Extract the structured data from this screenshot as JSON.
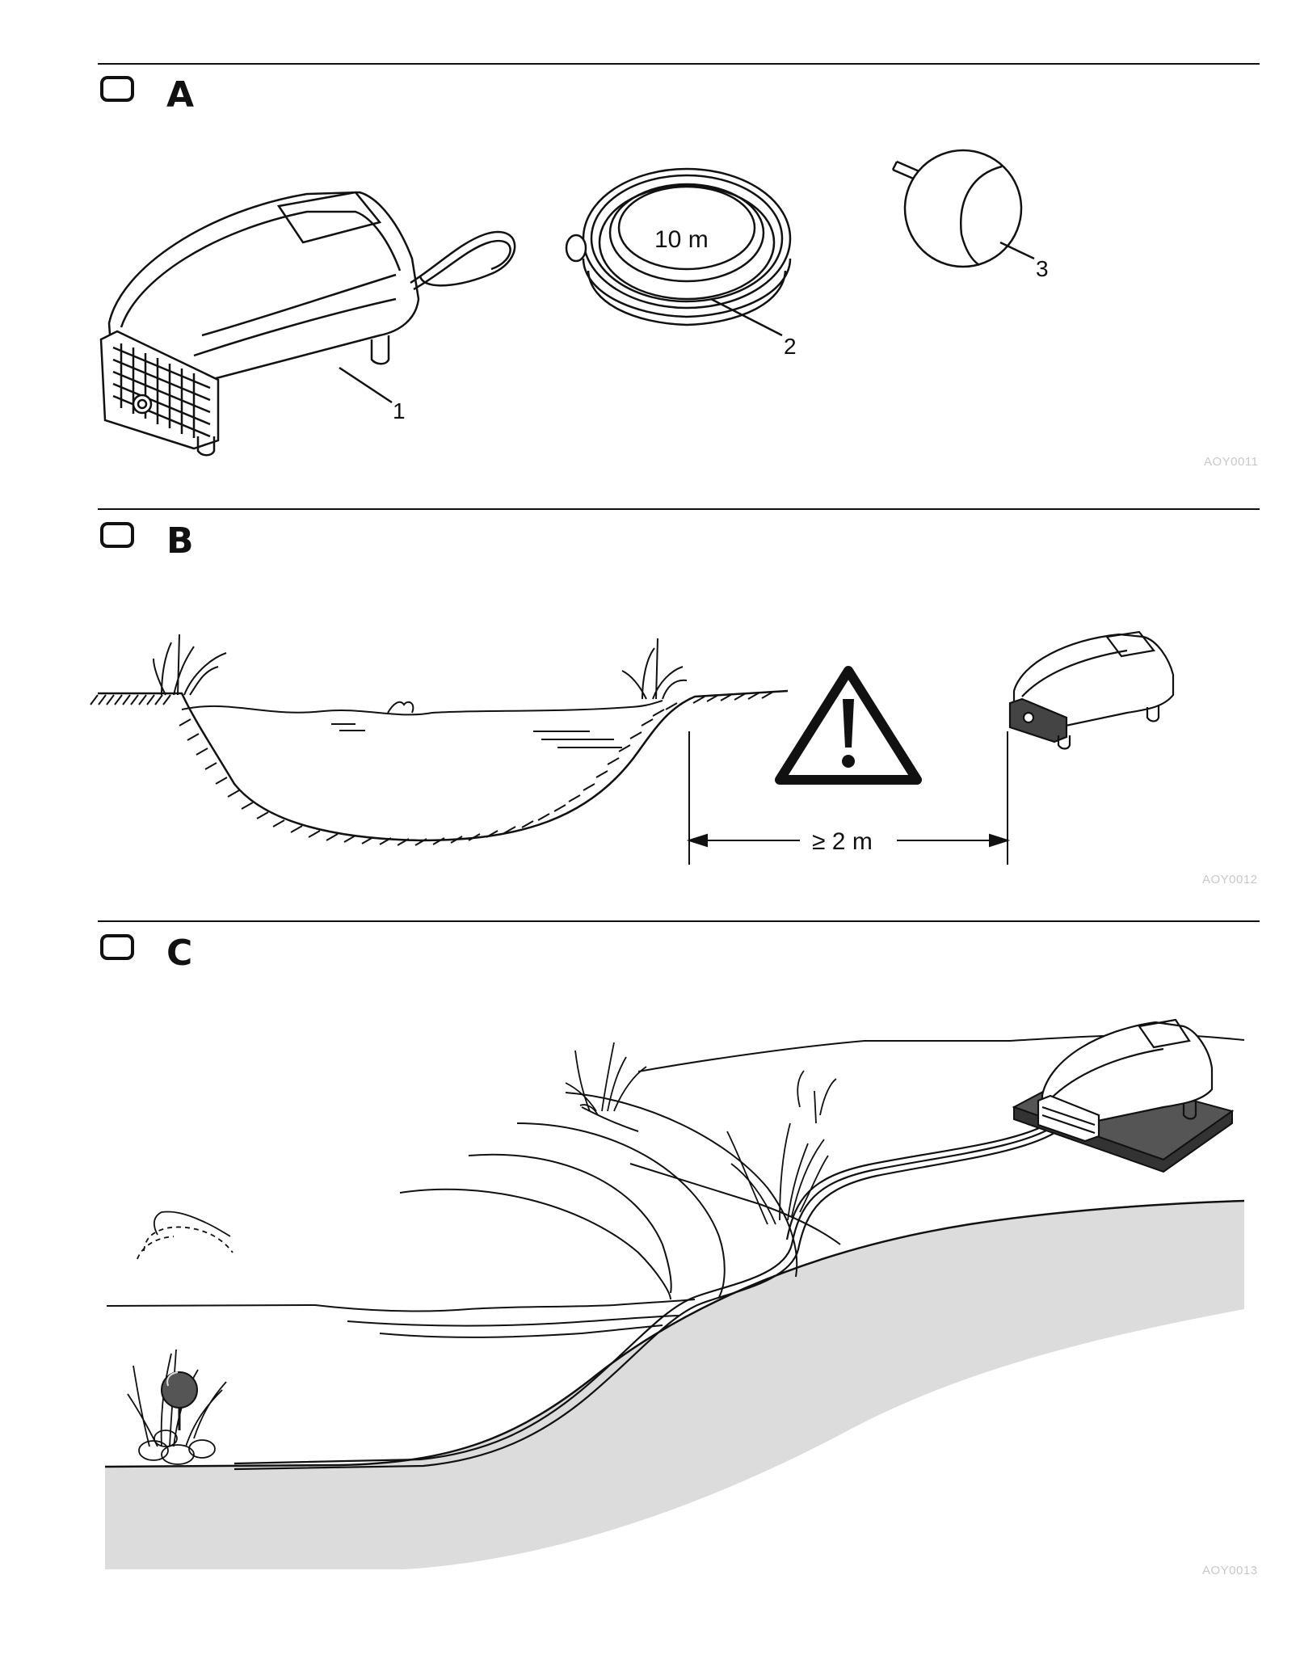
{
  "sections": [
    {
      "letter": "A",
      "figure_code": "AOY0011",
      "callouts": [
        "1",
        "2",
        "3"
      ],
      "hose_label": "10 m"
    },
    {
      "letter": "B",
      "figure_code": "AOY0012",
      "distance_label": "≥ 2 m"
    },
    {
      "letter": "C",
      "figure_code": "AOY0013"
    }
  ],
  "icons": {
    "checkbox": "checkbox-icon",
    "warning": "warning-triangle-icon"
  },
  "colors": {
    "line": "#111111",
    "ground_fill": "#dcdcdc",
    "slab_fill": "#555555",
    "figure_code": "#c8c8c8"
  }
}
